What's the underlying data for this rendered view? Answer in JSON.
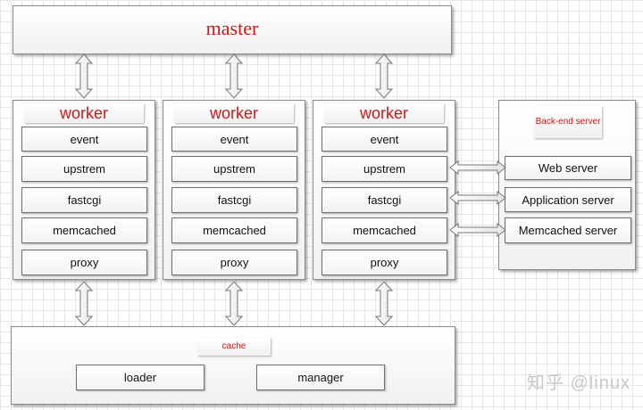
{
  "master": {
    "label": "master"
  },
  "workers": [
    {
      "title": "worker",
      "modules": [
        "event",
        "upstrem",
        "fastcgi",
        "memcached",
        "proxy"
      ]
    },
    {
      "title": "worker",
      "modules": [
        "event",
        "upstrem",
        "fastcgi",
        "memcached",
        "proxy"
      ]
    },
    {
      "title": "worker",
      "modules": [
        "event",
        "upstrem",
        "fastcgi",
        "memcached",
        "proxy"
      ]
    }
  ],
  "backend": {
    "title": "Back-end server",
    "servers": [
      "Web server",
      "Application server",
      "Memcached server"
    ]
  },
  "cache": {
    "title": "cache",
    "loader": "loader",
    "manager": "manager"
  },
  "watermark": "知乎 @linux",
  "colors": {
    "title_red": "#d41616",
    "box_border": "#6f6f6f",
    "grid": "#e6e6e6"
  }
}
